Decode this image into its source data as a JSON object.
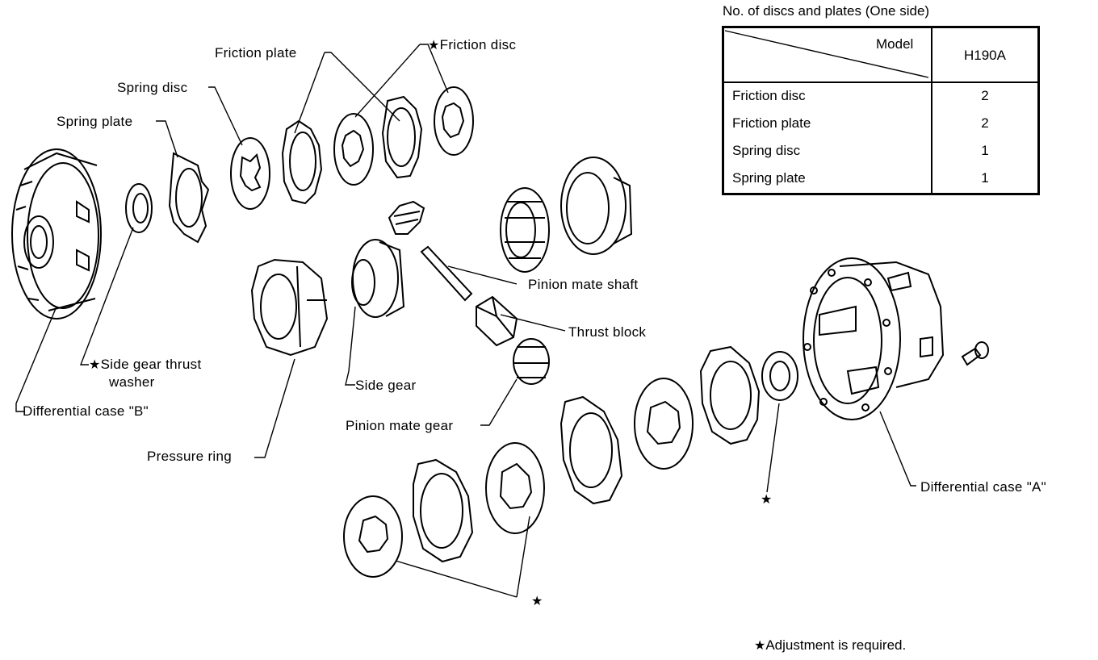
{
  "table": {
    "title": "No. of discs and plates (One side)",
    "header_row_label": "Model",
    "header_col": "H190A",
    "rows": [
      {
        "name": "Friction disc",
        "value": "2"
      },
      {
        "name": "Friction plate",
        "value": "2"
      },
      {
        "name": "Spring disc",
        "value": "1"
      },
      {
        "name": "Spring plate",
        "value": "1"
      }
    ]
  },
  "labels": {
    "friction_plate": "Friction plate",
    "friction_disc": "Friction disc",
    "spring_disc": "Spring disc",
    "spring_plate": "Spring plate",
    "pinion_mate_shaft": "Pinion mate shaft",
    "thrust_block": "Thrust block",
    "side_gear_thrust_washer_1": "Side gear thrust",
    "side_gear_thrust_washer_2": "washer",
    "differential_case_b": "Differential case \"B\"",
    "side_gear": "Side gear",
    "pinion_mate_gear": "Pinion mate gear",
    "pressure_ring": "Pressure ring",
    "differential_case_a": "Differential case \"A\""
  },
  "star_symbol": "★",
  "footnote": "Adjustment is required."
}
